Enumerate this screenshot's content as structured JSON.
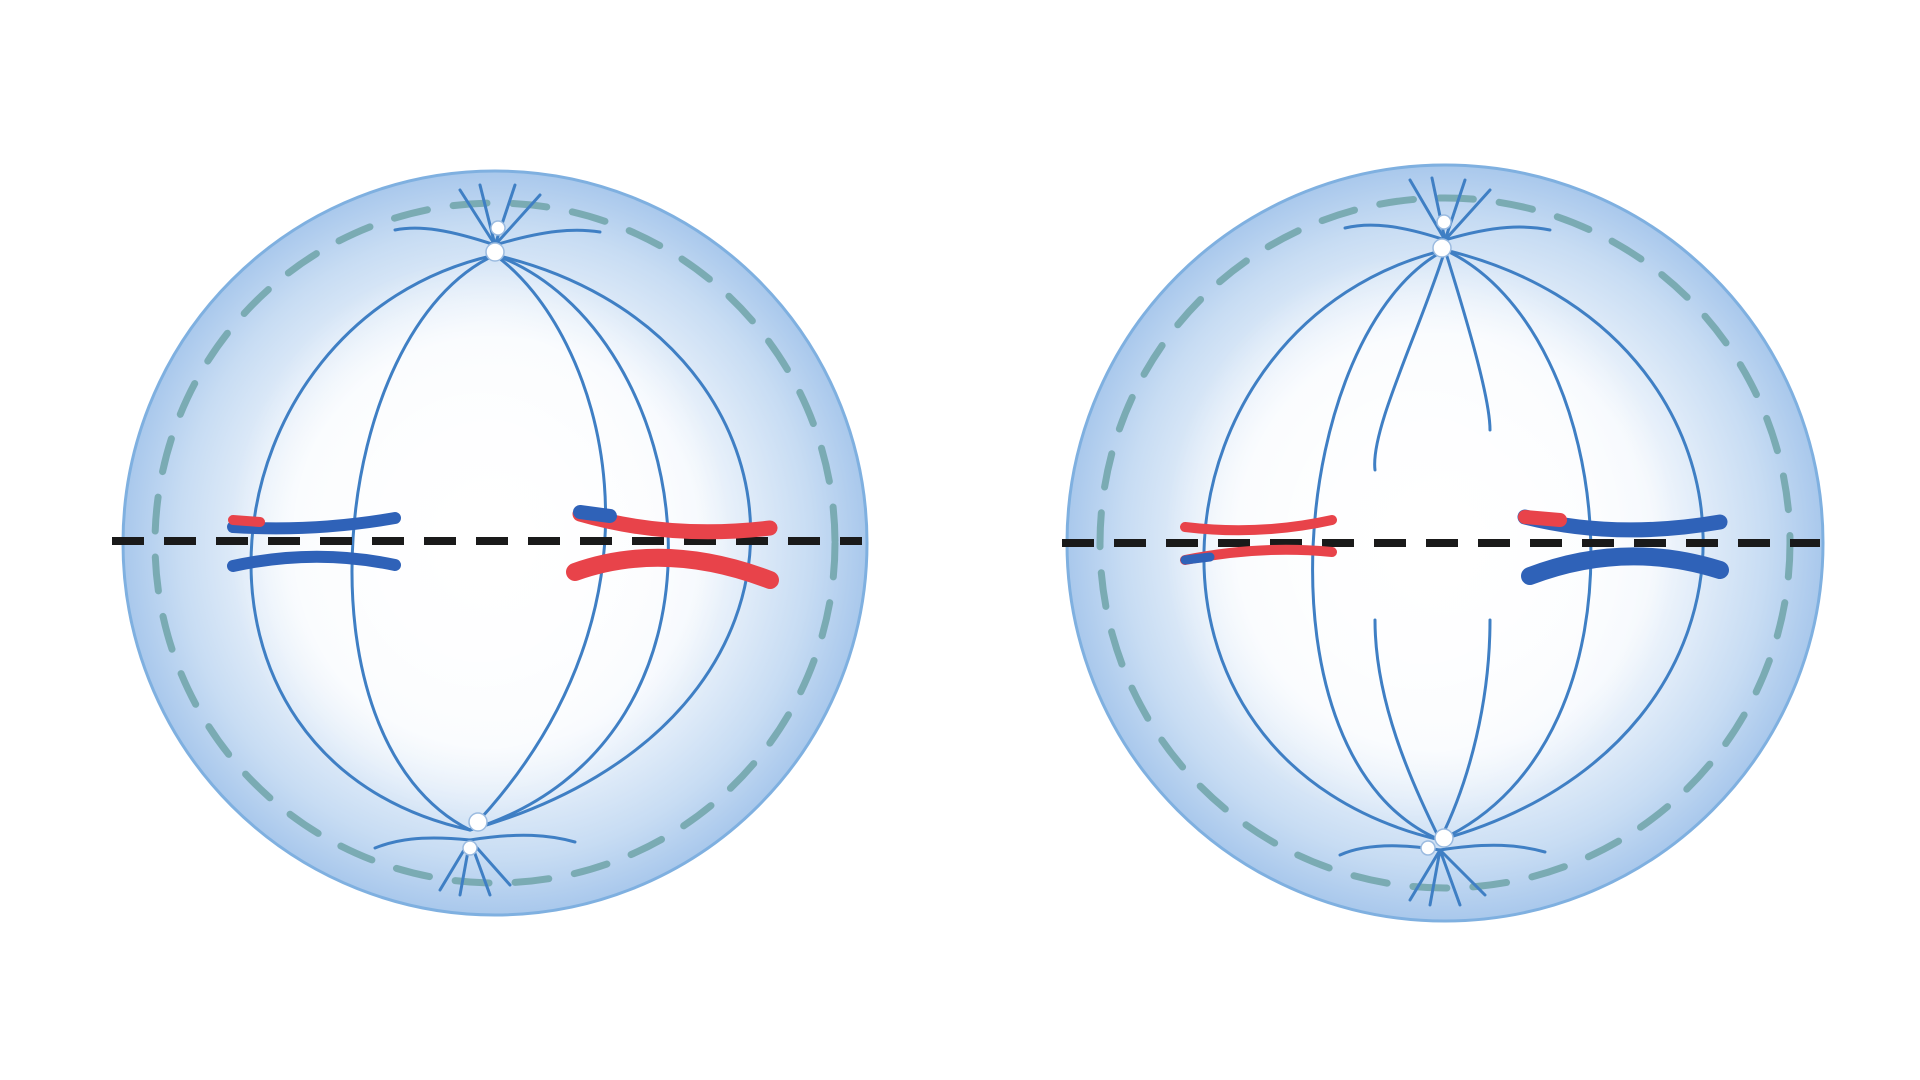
{
  "colors": {
    "background": "#ffffff",
    "cell_fill_edge": "#a9c8ec",
    "cell_fill_center": "#ffffff",
    "cell_outline": "#7fb0e0",
    "envelope_dash": "#6fa3a8",
    "spindle_fiber": "#3f7fc4",
    "centrosome": "#ffffff",
    "metaphase_plate": "#1a1a1a",
    "chromosome_blue": "#2f62b8",
    "chromosome_red": "#e8434a"
  },
  "cells": [
    {
      "id": "left-cell",
      "chromosomes": [
        {
          "id": "small",
          "color": "blue",
          "tips": "red"
        },
        {
          "id": "large",
          "color": "red",
          "tips": "blue"
        }
      ]
    },
    {
      "id": "right-cell",
      "chromosomes": [
        {
          "id": "small",
          "color": "red",
          "tips": "blue"
        },
        {
          "id": "large",
          "color": "blue",
          "tips": "red"
        }
      ]
    }
  ]
}
